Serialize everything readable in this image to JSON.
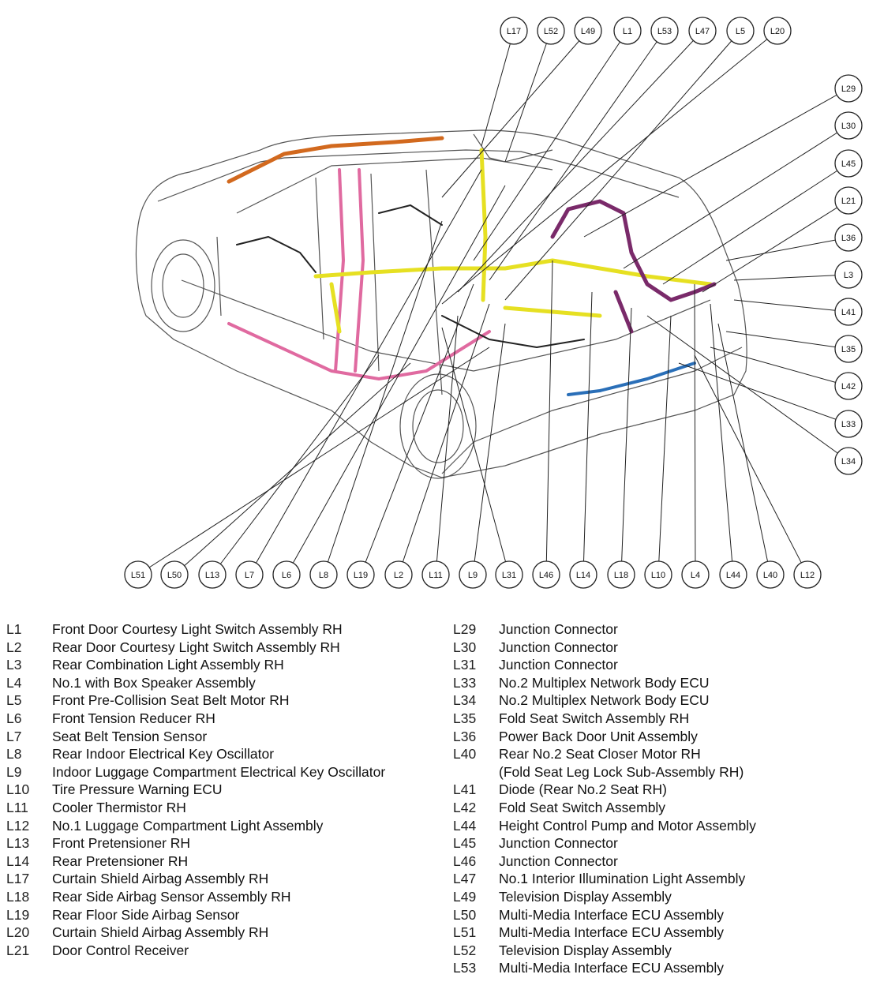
{
  "callouts": {
    "top": [
      "L17",
      "L52",
      "L49",
      "L1",
      "L53",
      "L47",
      "L5",
      "L20"
    ],
    "right": [
      "L29",
      "L30",
      "L45",
      "L21",
      "L36",
      "L3",
      "L41",
      "L35",
      "L42",
      "L33",
      "L34"
    ],
    "bottom": [
      "L51",
      "L50",
      "L13",
      "L7",
      "L6",
      "L8",
      "L19",
      "L2",
      "L11",
      "L9",
      "L31",
      "L46",
      "L14",
      "L18",
      "L10",
      "L4",
      "L44",
      "L40",
      "L12"
    ]
  },
  "harness_colors": {
    "orange": "#d2691e",
    "pink": "#e06aa0",
    "yellow": "#e6e022",
    "purple": "#7a2a6a",
    "blue": "#2a6fb8",
    "body_line": "#555555",
    "leader_line": "#222222"
  },
  "legend_left": [
    {
      "code": "L1",
      "desc": "Front Door Courtesy Light Switch Assembly RH"
    },
    {
      "code": "L2",
      "desc": "Rear Door Courtesy Light Switch Assembly RH"
    },
    {
      "code": "L3",
      "desc": "Rear Combination Light Assembly RH"
    },
    {
      "code": "L4",
      "desc": "No.1 with Box Speaker Assembly"
    },
    {
      "code": "L5",
      "desc": "Front Pre-Collision Seat Belt Motor RH"
    },
    {
      "code": "L6",
      "desc": "Front Tension Reducer RH"
    },
    {
      "code": "L7",
      "desc": "Seat Belt Tension Sensor"
    },
    {
      "code": "L8",
      "desc": "Rear Indoor Electrical Key Oscillator"
    },
    {
      "code": "L9",
      "desc": "Indoor Luggage Compartment Electrical Key Oscillator"
    },
    {
      "code": "L10",
      "desc": "Tire Pressure Warning ECU"
    },
    {
      "code": "L11",
      "desc": "Cooler Thermistor RH"
    },
    {
      "code": "L12",
      "desc": "No.1 Luggage Compartment Light Assembly"
    },
    {
      "code": "L13",
      "desc": "Front Pretensioner RH"
    },
    {
      "code": "L14",
      "desc": "Rear Pretensioner RH"
    },
    {
      "code": "L17",
      "desc": "Curtain Shield Airbag Assembly RH"
    },
    {
      "code": "L18",
      "desc": "Rear Side Airbag Sensor Assembly RH"
    },
    {
      "code": "L19",
      "desc": "Rear Floor Side Airbag Sensor"
    },
    {
      "code": "L20",
      "desc": "Curtain Shield Airbag Assembly RH"
    },
    {
      "code": "L21",
      "desc": "Door Control Receiver"
    }
  ],
  "legend_right": [
    {
      "code": "L29",
      "desc": "Junction Connector"
    },
    {
      "code": "L30",
      "desc": "Junction Connector"
    },
    {
      "code": "L31",
      "desc": "Junction Connector"
    },
    {
      "code": "L33",
      "desc": "No.2 Multiplex Network Body ECU"
    },
    {
      "code": "L34",
      "desc": "No.2 Multiplex Network Body ECU"
    },
    {
      "code": "L35",
      "desc": "Fold Seat Switch Assembly RH"
    },
    {
      "code": "L36",
      "desc": "Power Back Door Unit Assembly"
    },
    {
      "code": "L40",
      "desc": "Rear No.2 Seat Closer Motor RH",
      "desc2": "(Fold Seat Leg Lock Sub-Assembly RH)"
    },
    {
      "code": "L41",
      "desc": "Diode (Rear No.2 Seat RH)"
    },
    {
      "code": "L42",
      "desc": "Fold Seat Switch Assembly"
    },
    {
      "code": "L44",
      "desc": "Height Control Pump and Motor Assembly"
    },
    {
      "code": "L45",
      "desc": "Junction Connector"
    },
    {
      "code": "L46",
      "desc": "Junction Connector"
    },
    {
      "code": "L47",
      "desc": "No.1 Interior Illumination Light Assembly"
    },
    {
      "code": "L49",
      "desc": "Television Display Assembly"
    },
    {
      "code": "L50",
      "desc": "Multi-Media Interface ECU Assembly"
    },
    {
      "code": "L51",
      "desc": "Multi-Media Interface ECU Assembly"
    },
    {
      "code": "L52",
      "desc": "Television Display Assembly"
    },
    {
      "code": "L53",
      "desc": "Multi-Media Interface ECU Assembly"
    }
  ]
}
